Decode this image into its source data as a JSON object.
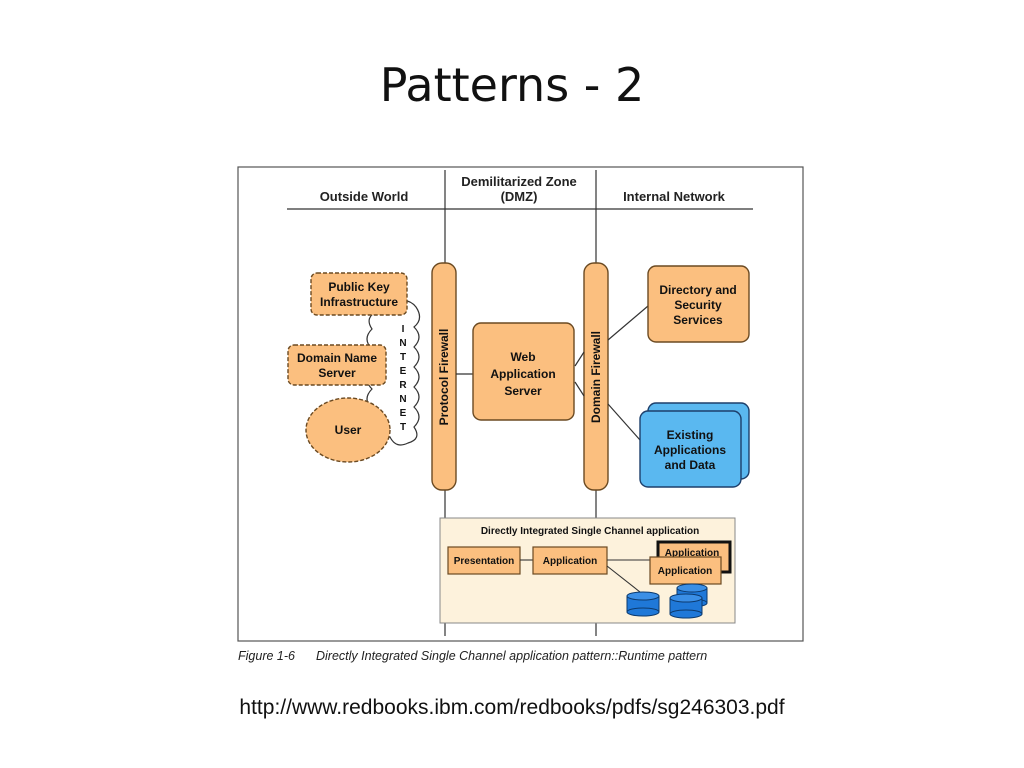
{
  "slide": {
    "title": "Patterns - 2",
    "url": "http://www.redbooks.ibm.com/redbooks/pdfs/sg246303.pdf"
  },
  "zones": {
    "outside": "Outside World",
    "dmz_line1": "Demilitarized Zone",
    "dmz_line2": "(DMZ)",
    "internal": "Internal Network"
  },
  "nodes": {
    "pki_line1": "Public Key",
    "pki_line2": "Infrastructure",
    "dns_line1": "Domain Name",
    "dns_line2": "Server",
    "user": "User",
    "internet_letters": [
      "I",
      "N",
      "T",
      "E",
      "R",
      "N",
      "E",
      "T"
    ],
    "protocol_firewall": "Protocol Firewall",
    "domain_firewall": "Domain Firewall",
    "was_line1": "Web",
    "was_line2": "Application",
    "was_line3": "Server",
    "dir_line1": "Directory and",
    "dir_line2": "Security",
    "dir_line3": "Services",
    "exist_line1": "Existing",
    "exist_line2": "Applications",
    "exist_line3": "and Data"
  },
  "inset": {
    "title": "Directly Integrated Single Channel application",
    "presentation": "Presentation",
    "application": "Application",
    "application_back": "Application",
    "application_front": "Application"
  },
  "caption": {
    "figure_no": "Figure 1-6",
    "text": "Directly Integrated Single Channel application pattern::Runtime pattern"
  },
  "colors": {
    "node_fill": "#fbbf7f",
    "node_stroke": "#6b4a22",
    "existing_fill": "#5ab8f0",
    "inset_fill": "#fdf2dc",
    "db_fill": "#1f78d8"
  }
}
